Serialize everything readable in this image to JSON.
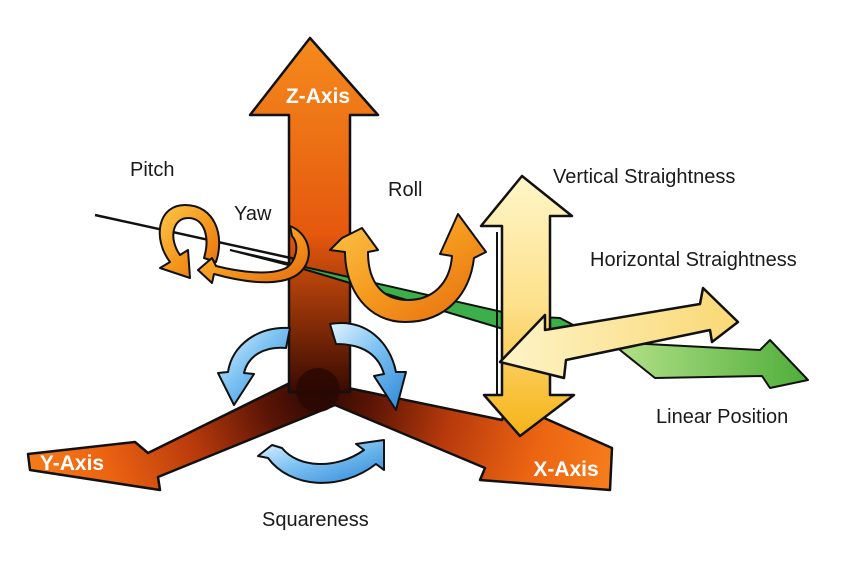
{
  "axes": {
    "z": "Z-Axis",
    "y": "Y-Axis",
    "x": "X-Axis"
  },
  "labels": {
    "pitch": "Pitch",
    "yaw": "Yaw",
    "roll": "Roll",
    "vertical_straightness": "Vertical Straightness",
    "horizontal_straightness": "Horizontal Straightness",
    "linear_position": "Linear Position",
    "squareness": "Squareness"
  },
  "colors": {
    "axis_orange": "#ee6a10",
    "axis_dark": "#3a0c02",
    "rotation_orange": "#f59a1e",
    "squareness_blue": "#3d9be0",
    "straightness_yellow": "#fde79a",
    "linear_green": "#5cb85c"
  },
  "icons": [
    "pitch-rotation-arrow",
    "yaw-rotation-arrow",
    "roll-rotation-arrow",
    "squareness-arrow"
  ]
}
